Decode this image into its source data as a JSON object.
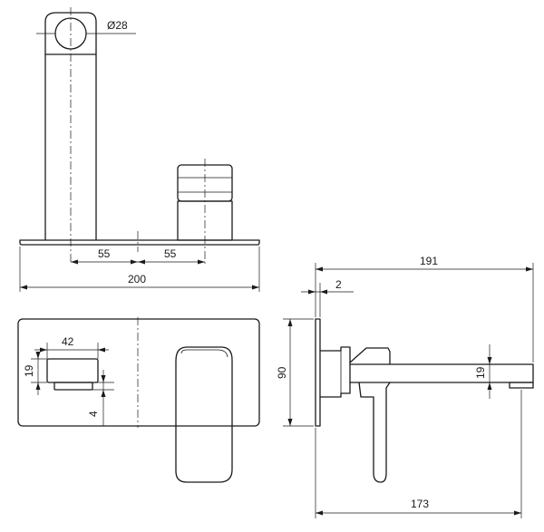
{
  "dimensions": {
    "dia_outlet": "Ø28",
    "spacing_left": "55",
    "spacing_right": "55",
    "plate_width": "200",
    "handle_width": "42",
    "handle_height": "19",
    "handle_gap": "4",
    "total_depth": "191",
    "plate_thickness": "2",
    "plate_height": "90",
    "outlet_height": "19",
    "spout_reach": "173"
  }
}
